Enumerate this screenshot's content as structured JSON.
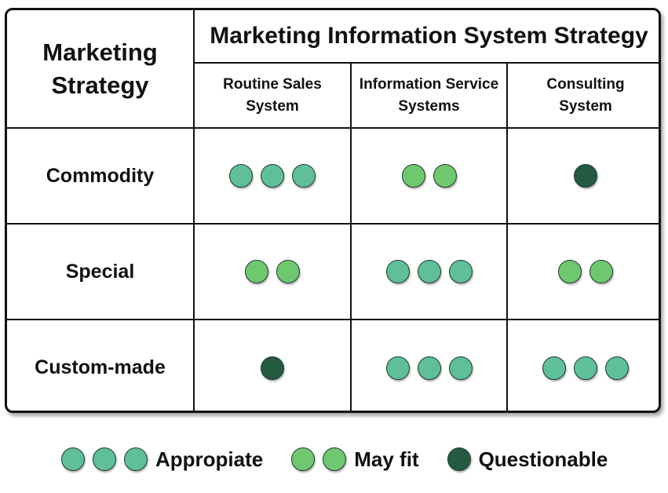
{
  "header": {
    "corner_line1": "Marketing",
    "corner_line2": "Strategy",
    "title": "Marketing Information System Strategy"
  },
  "columns": [
    {
      "line1": "Routine Sales",
      "line2": "System"
    },
    {
      "line1": "Information Service",
      "line2": "Systems"
    },
    {
      "line1": "Consulting",
      "line2": "System"
    }
  ],
  "rows": [
    {
      "label": "Commodity",
      "cells": [
        "appropriate",
        "mayfit",
        "questionable"
      ]
    },
    {
      "label": "Special",
      "cells": [
        "mayfit",
        "appropriate",
        "mayfit"
      ]
    },
    {
      "label": "Custom-made",
      "cells": [
        "questionable",
        "appropriate",
        "appropriate"
      ]
    }
  ],
  "ratings": {
    "appropriate": {
      "dots": 3,
      "color": "#5fbf99"
    },
    "mayfit": {
      "dots": 2,
      "color": "#6fc86f"
    },
    "questionable": {
      "dots": 1,
      "color": "#245a40"
    }
  },
  "legend": {
    "appropriate_label": "Appropiate",
    "mayfit_label": "May fit",
    "questionable_label": "Questionable"
  }
}
